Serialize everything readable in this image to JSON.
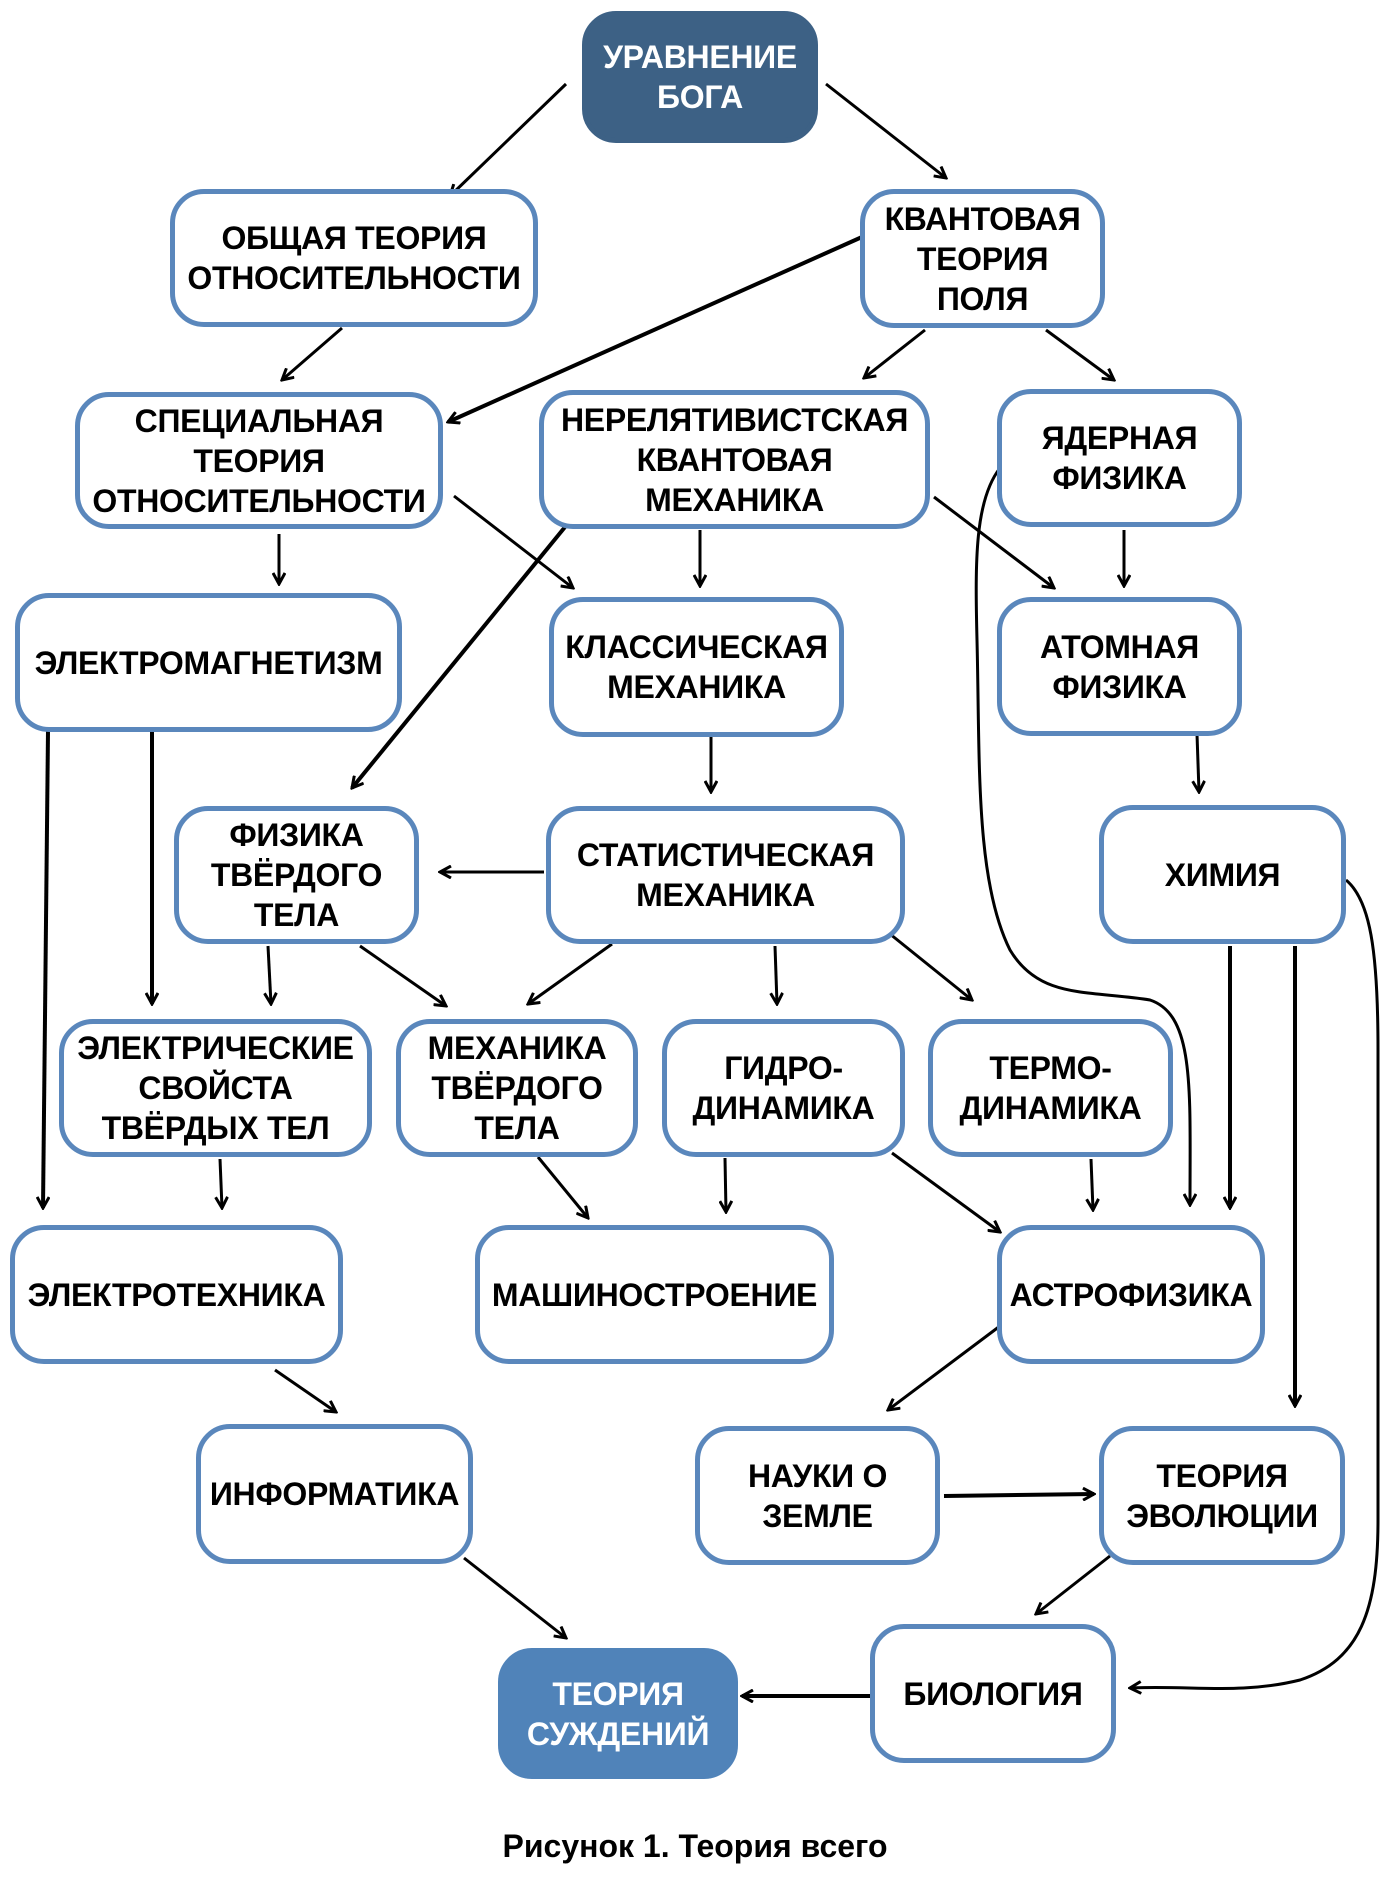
{
  "nodes": {
    "god_equation": "УРАВНЕНИЕ\nБОГА",
    "general_relativity": "ОБЩАЯ ТЕОРИЯ\nОТНОСИТЕЛЬНОСТИ",
    "qft": "КВАНТОВАЯ\nТЕОРИЯ\nПОЛЯ",
    "special_relativity": "СПЕЦИАЛЬНАЯ\nТЕОРИЯ\nОТНОСИТЕЛЬНОСТИ",
    "nonrel_qm": "НЕРЕЛЯТИВИСТСКАЯ\nКВАНТОВАЯ\nМЕХАНИКА",
    "nuclear": "ЯДЕРНАЯ\nФИЗИКА",
    "electromagnetism": "ЭЛЕКТРОМАГНЕТИЗМ",
    "classical_mech": "КЛАССИЧЕСКАЯ\nМЕХАНИКА",
    "atomic": "АТОМНАЯ\nФИЗИКА",
    "solid_state": "ФИЗИКА\nТВЁРДОГО\nТЕЛА",
    "stat_mech": "СТАТИСТИЧЕСКАЯ\nМЕХАНИКА",
    "chemistry": "ХИМИЯ",
    "electric_props": "ЭЛЕКТРИЧЕСКИЕ\nСВОЙСТА\nТВЁРДЫХ ТЕЛ",
    "solid_mech": "МЕХАНИКА\nТВЁРДОГО\nТЕЛА",
    "hydrodynamics": "ГИДРО-\nДИНАМИКА",
    "thermodynamics": "ТЕРМО-\nДИНАМИКА",
    "electrical_eng": "ЭЛЕКТРОТЕХНИКА",
    "mech_eng": "МАШИНОСТРОЕНИЕ",
    "astrophysics": "АСТРОФИЗИКА",
    "informatics": "ИНФОРМАТИКА",
    "earth_sciences": "НАУКИ О\nЗЕМЛЕ",
    "evolution": "ТЕОРИЯ\nЭВОЛЮЦИИ",
    "judgement_theory": "ТЕОРИЯ\nСУЖДЕНИЙ",
    "biology": "БИОЛОГИЯ"
  },
  "edges": [
    [
      "god_equation",
      "general_relativity"
    ],
    [
      "god_equation",
      "qft"
    ],
    [
      "general_relativity",
      "special_relativity"
    ],
    [
      "qft",
      "special_relativity"
    ],
    [
      "qft",
      "nonrel_qm"
    ],
    [
      "qft",
      "nuclear"
    ],
    [
      "special_relativity",
      "electromagnetism"
    ],
    [
      "special_relativity",
      "classical_mech"
    ],
    [
      "nonrel_qm",
      "classical_mech"
    ],
    [
      "nonrel_qm",
      "solid_state"
    ],
    [
      "nonrel_qm",
      "atomic"
    ],
    [
      "nuclear",
      "atomic"
    ],
    [
      "nuclear",
      "astrophysics"
    ],
    [
      "classical_mech",
      "stat_mech"
    ],
    [
      "atomic",
      "chemistry"
    ],
    [
      "electromagnetism",
      "electrical_eng"
    ],
    [
      "electromagnetism",
      "electric_props"
    ],
    [
      "stat_mech",
      "solid_state"
    ],
    [
      "stat_mech",
      "solid_mech"
    ],
    [
      "stat_mech",
      "hydrodynamics"
    ],
    [
      "stat_mech",
      "thermodynamics"
    ],
    [
      "solid_state",
      "electric_props"
    ],
    [
      "solid_state",
      "solid_mech"
    ],
    [
      "chemistry",
      "astrophysics"
    ],
    [
      "chemistry",
      "evolution"
    ],
    [
      "chemistry",
      "biology"
    ],
    [
      "electric_props",
      "electrical_eng"
    ],
    [
      "solid_mech",
      "mech_eng"
    ],
    [
      "hydrodynamics",
      "mech_eng"
    ],
    [
      "hydrodynamics",
      "astrophysics"
    ],
    [
      "thermodynamics",
      "astrophysics"
    ],
    [
      "electrical_eng",
      "informatics"
    ],
    [
      "astrophysics",
      "earth_sciences"
    ],
    [
      "earth_sciences",
      "evolution"
    ],
    [
      "evolution",
      "biology"
    ],
    [
      "informatics",
      "judgement_theory"
    ],
    [
      "biology",
      "judgement_theory"
    ]
  ],
  "caption": "Рисунок 1. Теория всего",
  "colors": {
    "node_border": "#5A87BC",
    "root_fill": "#3D6185",
    "goal_fill": "#5083B9",
    "arrow": "#000000"
  }
}
